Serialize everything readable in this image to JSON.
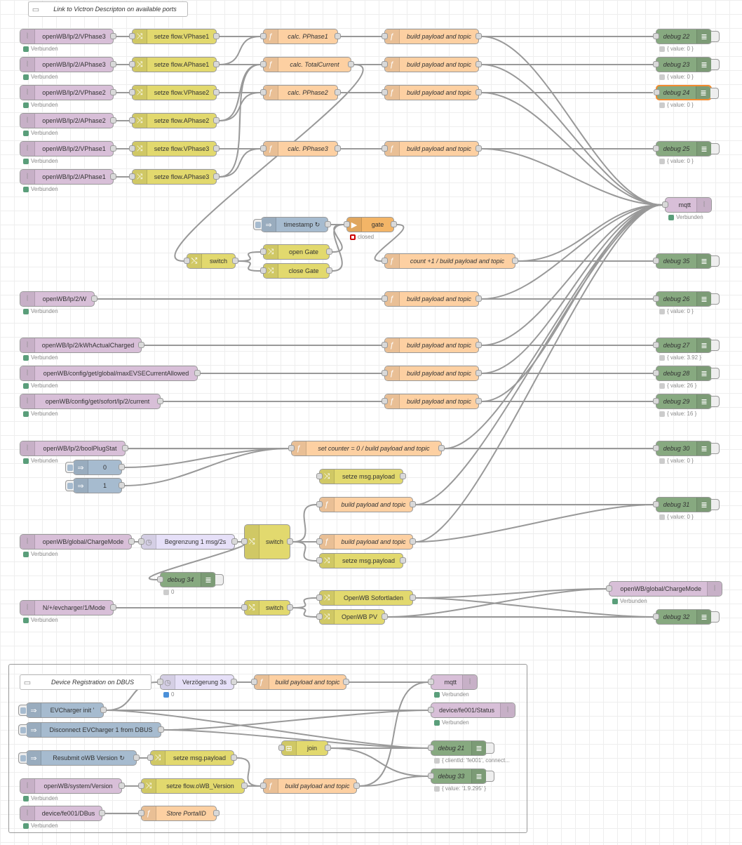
{
  "nodes": {
    "c1": {
      "label": "Link to Victron Descripton on available ports"
    },
    "m1": {
      "label": "openWB/lp/2/VPhase3",
      "status": "Verbunden"
    },
    "m2": {
      "label": "openWB/lp/2/APhase3",
      "status": "Verbunden"
    },
    "m3": {
      "label": "openWB/lp/2/VPhase2",
      "status": "Verbunden"
    },
    "m4": {
      "label": "openWB/lp/2/APhase2",
      "status": "Verbunden"
    },
    "m5": {
      "label": "openWB/lp/2/VPhase1",
      "status": "Verbunden"
    },
    "m6": {
      "label": "openWB/lp/2/APhase1",
      "status": "Verbunden"
    },
    "s1": {
      "label": "setze flow.VPhase1"
    },
    "s2": {
      "label": "setze flow.APhase1"
    },
    "s3": {
      "label": "setze flow.VPhase2"
    },
    "s4": {
      "label": "setze flow.APhase2"
    },
    "s5": {
      "label": "setze flow.VPhase3"
    },
    "s6": {
      "label": "setze flow.APhase3"
    },
    "f1": {
      "label": "calc. PPhase1"
    },
    "f2": {
      "label": "calc. TotalCurrent"
    },
    "f3": {
      "label": "calc. PPhase2"
    },
    "f4": {
      "label": "calc. PPhase3"
    },
    "b1": {
      "label": "build payload and topic"
    },
    "b2": {
      "label": "build payload and topic"
    },
    "b3": {
      "label": "build payload and topic"
    },
    "b4": {
      "label": "build payload and topic"
    },
    "d22": {
      "label": "debug 22",
      "status": "{ value: 0 }"
    },
    "d23": {
      "label": "debug 23",
      "status": "{ value: 0 }"
    },
    "d24": {
      "label": "debug 24",
      "status": "{ value: 0 }"
    },
    "d25": {
      "label": "debug 25",
      "status": "{ value: 0 }"
    },
    "mo1": {
      "label": "mqtt",
      "status": "Verbunden"
    },
    "ts": {
      "label": "timestamp ↻"
    },
    "gate": {
      "label": "gate",
      "status": "closed"
    },
    "og": {
      "label": "open Gate"
    },
    "cg": {
      "label": "close Gate"
    },
    "sw1": {
      "label": "switch"
    },
    "cnt": {
      "label": "count +1 / build payload and topic"
    },
    "d35": {
      "label": "debug 35"
    },
    "m7": {
      "label": "openWB/lp/2/W",
      "status": "Verbunden"
    },
    "b5": {
      "label": "build payload and topic"
    },
    "d26": {
      "label": "debug 26",
      "status": "{ value: 0 }"
    },
    "m8": {
      "label": "openWB/lp/2/kWhActualCharged",
      "status": "Verbunden"
    },
    "b6": {
      "label": "build payload and topic"
    },
    "d27": {
      "label": "debug 27",
      "status": "{ value: 3.92 }"
    },
    "m9": {
      "label": "openWB/config/get/global/maxEVSECurrentAllowed",
      "status": "Verbunden"
    },
    "b7": {
      "label": "build payload and topic"
    },
    "d28": {
      "label": "debug 28",
      "status": "{ value: 26 }"
    },
    "m10": {
      "label": "openWB/config/get/sofort/lp/2/current",
      "status": "Verbunden"
    },
    "b8": {
      "label": "build payload and topic"
    },
    "d29": {
      "label": "debug 29",
      "status": "{ value: 16 }"
    },
    "m11": {
      "label": "openWB/lp/2/boolPlugStat",
      "status": "Verbunden"
    },
    "sc": {
      "label": "set counter = 0 / build payload and topic"
    },
    "d30": {
      "label": "debug 30",
      "status": "{ value: 0 }"
    },
    "i0": {
      "label": "0"
    },
    "i1": {
      "label": "1"
    },
    "sp1": {
      "label": "setze msg.payload"
    },
    "b9": {
      "label": "build payload and topic"
    },
    "d31": {
      "label": "debug 31",
      "status": "{ value: 0 }"
    },
    "m12": {
      "label": "openWB/global/ChargeMode",
      "status": "Verbunden"
    },
    "dl1": {
      "label": "Begrenzung 1 msg/2s"
    },
    "sw2": {
      "label": "switch"
    },
    "b10": {
      "label": "build payload and topic"
    },
    "sp2": {
      "label": "setze msg.payload"
    },
    "d34": {
      "label": "debug 34",
      "status": "0"
    },
    "mo2": {
      "label": "openWB/global/ChargeMode",
      "status": "Verbunden"
    },
    "m13": {
      "label": "N/+/evcharger/1/Mode",
      "status": "Verbunden"
    },
    "sw3": {
      "label": "switch"
    },
    "ch1": {
      "label": "OpenWB Sofortladen"
    },
    "ch2": {
      "label": "OpenWB PV"
    },
    "d32": {
      "label": "debug 32"
    },
    "c2": {
      "label": "Device Registration on DBUS"
    },
    "dl2": {
      "label": "Verzögerung 3s",
      "status": "0"
    },
    "b11": {
      "label": "build payload and topic"
    },
    "mo3": {
      "label": "mqtt",
      "status": "Verbunden"
    },
    "ij1": {
      "label": "EVCharger init '"
    },
    "mo4": {
      "label": "device/fe001/Status",
      "status": "Verbunden"
    },
    "ij2": {
      "label": "Disconnect EVCharger 1 from DBUS"
    },
    "join": {
      "label": "join"
    },
    "d21": {
      "label": "debug 21",
      "status": "{ clientId: 'fe001', connect..."
    },
    "ij3": {
      "label": "Resubmit oWB Version ↻"
    },
    "sp3": {
      "label": "setze msg.payload"
    },
    "d33": {
      "label": "debug 33",
      "status": "{ value: '1.9.295' }"
    },
    "m14": {
      "label": "openWB/system/Version",
      "status": "Verbunden"
    },
    "sf": {
      "label": "setze flow.oWB_Version"
    },
    "b12": {
      "label": "build payload and topic"
    },
    "m15": {
      "label": "device/fe001/DBus",
      "status": "Verbunden"
    },
    "pid": {
      "label": "Store PortalID"
    }
  },
  "colors": {
    "mqtt": "#d8bfd8",
    "change": "#e2d96e",
    "function": "#fdd0a2",
    "debug": "#87a980",
    "inject": "#a6bbcf",
    "delay": "#e6e0f8",
    "gate": "#f3b567",
    "wire": "#999999",
    "connected": "#5a9e7a",
    "closed": "#cc0000"
  }
}
